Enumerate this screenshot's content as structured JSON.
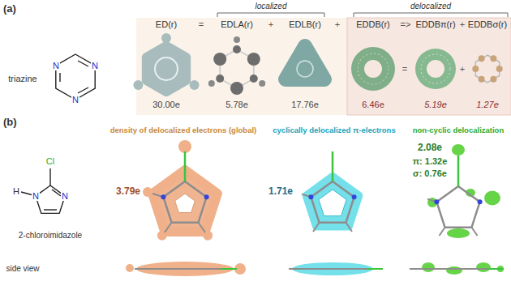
{
  "diagram": {
    "labels": [
      "(a)",
      "triazine",
      "N",
      "N",
      "N",
      "ED(r)",
      "=",
      "localized",
      "EDLA(r)",
      "+",
      "EDLB(r)",
      "+",
      "delocalized",
      "EDDB(r)",
      "=>",
      "EDDBπ(r)",
      "+",
      "EDDBσ(r)",
      "30.00e",
      "5.78e",
      "17.76e",
      "6.46e",
      "=",
      "5.19e",
      "+",
      "1.27e",
      "(b)",
      "Cl",
      "H",
      "N",
      "N",
      "2-chloroimidazole",
      "density of delocalized electrons (global)",
      "cyclically delocalized π-electrons",
      "non-cyclic delocalization",
      "3.79e",
      "1.71e",
      "2.08e",
      "π: 1.32e",
      "σ: 0.76e",
      "side view"
    ]
  }
}
